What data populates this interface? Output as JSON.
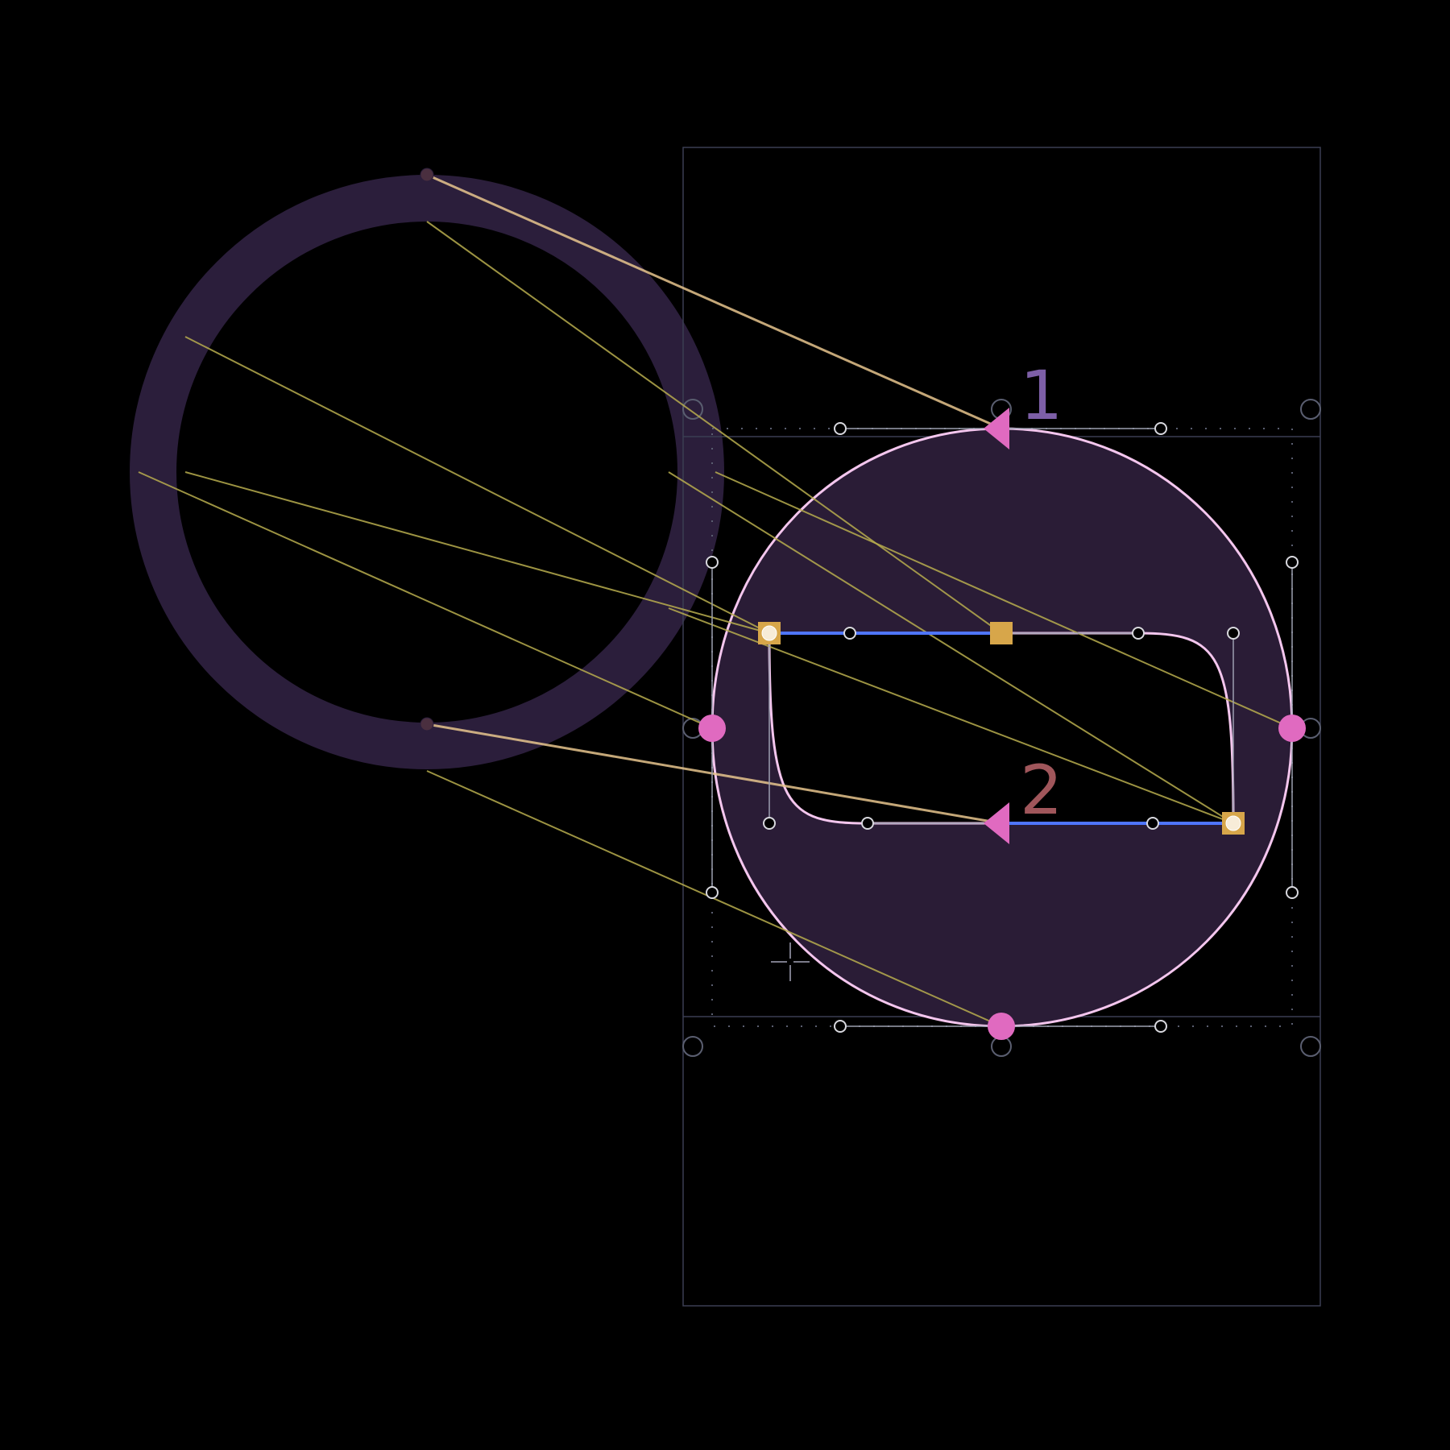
{
  "canvas": {
    "background": "#000000"
  },
  "colors": {
    "ring": "#2b1e3b",
    "glyph_fill": "#2a1c36",
    "glyph_outline": "#f4c6ee",
    "frame": "#3b3e52",
    "metric_dots": "#5a5e70",
    "guide_lines": "#b8ad4e",
    "guide_lines_strong": "#e7c58e",
    "handle_line": "#9c9fb0",
    "handle_circle": "#d8d8de",
    "blue_segment": "#4f76ff",
    "on_curve_node": "#e06ac0",
    "smooth_node": "#d7a64a",
    "label_1": "#7d5fa7",
    "label_2": "#a0565b",
    "origin_marker": "#7b7b8a"
  },
  "diagram": {
    "contour_labels": [
      {
        "id": "contour-1",
        "text": "1"
      },
      {
        "id": "contour-2",
        "text": "2"
      }
    ],
    "icons": {
      "start_arrow": "start-point-arrow-icon",
      "origin": "crosshair-icon"
    }
  }
}
